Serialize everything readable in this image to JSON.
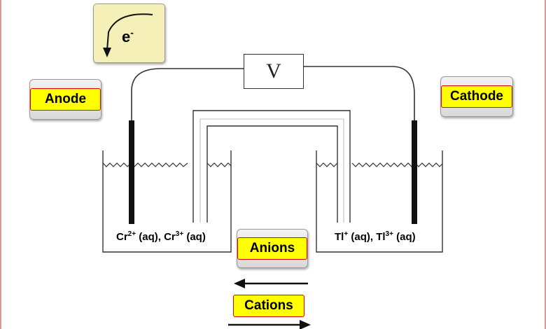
{
  "labels": {
    "anode": "Anode",
    "cathode": "Cathode",
    "anions": "Anions",
    "cations": "Cations",
    "voltmeter": "V",
    "electron": "e",
    "electron_charge": "-"
  },
  "solutions": {
    "left": {
      "ion1": "Cr",
      "ion1_charge": "2+",
      "ion2": "Cr",
      "ion2_charge": "3+",
      "state": "(aq)"
    },
    "right": {
      "ion1": "Tl",
      "ion1_charge": "+",
      "ion2": "Tl",
      "ion2_charge": "3+",
      "state": "(aq)"
    }
  },
  "colors": {
    "label_fill": "#ffff00",
    "label_border": "#e00000",
    "electron_box": "#f4f0b8"
  }
}
